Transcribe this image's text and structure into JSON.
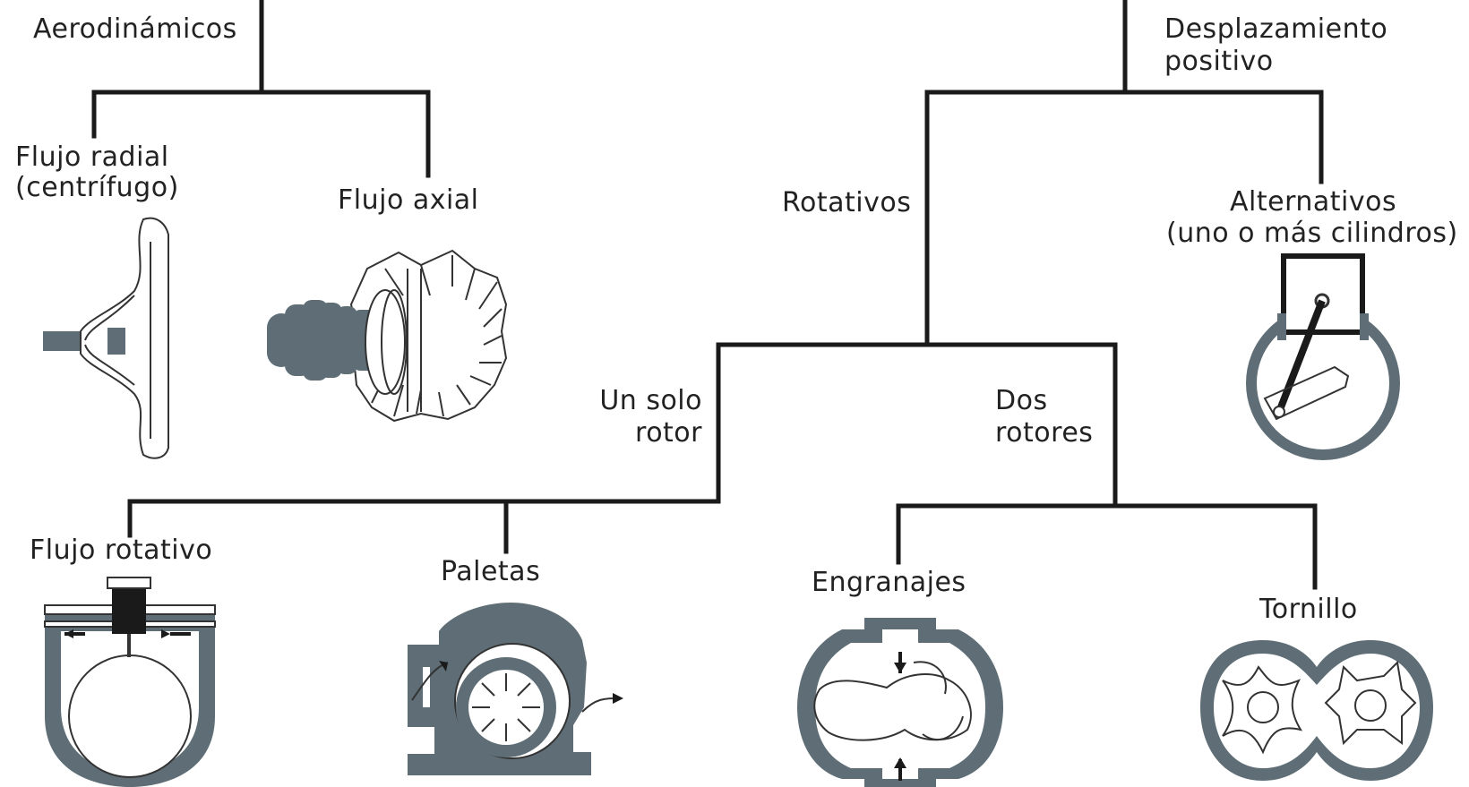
{
  "colors": {
    "line": "#1a1a1a",
    "metal": "#5f6e76",
    "text": "#222222",
    "background": "#ffffff"
  },
  "labels": {
    "aerodinamicos": "Aerodinámicos",
    "desplazamiento": [
      "Desplazamiento",
      "positivo"
    ],
    "flujo_radial": [
      "Flujo radial",
      "(centrífugo)"
    ],
    "flujo_axial": "Flujo axial",
    "rotativos": "Rotativos",
    "alternativos": [
      "Alternativos",
      "(uno o más cilindros)"
    ],
    "un_solo_rotor": [
      "Un solo",
      "rotor"
    ],
    "dos_rotores": [
      "Dos",
      "rotores"
    ],
    "flujo_rotativo": "Flujo rotativo",
    "paletas": "Paletas",
    "engranajes": "Engranajes",
    "tornillo": "Tornillo"
  },
  "icons": {
    "radial": "centrifugal-impeller-icon",
    "axial": "axial-compressor-icon",
    "alternativo": "piston-cylinder-icon",
    "flujo_rotativo": "liquid-ring-compressor-icon",
    "paletas": "vane-compressor-icon",
    "engranajes": "lobe-compressor-icon",
    "tornillo": "screw-compressor-icon"
  }
}
